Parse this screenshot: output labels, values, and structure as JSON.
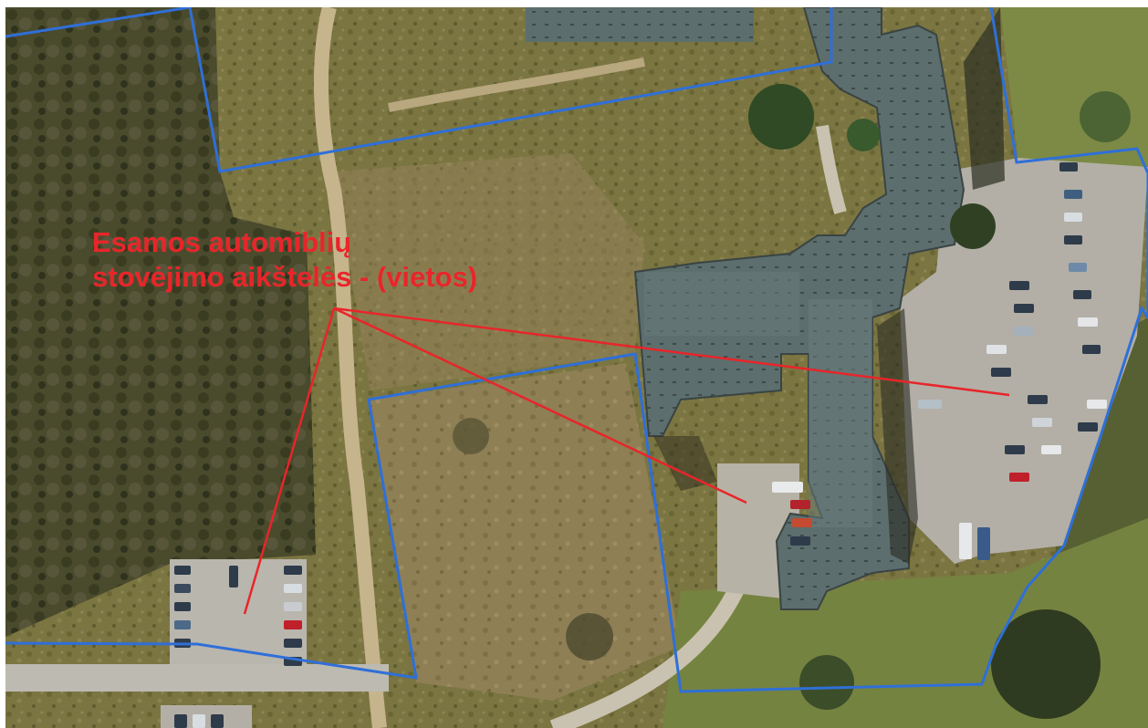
{
  "map": {
    "annotation": {
      "lines": [
        "Esamos automiblių",
        "stovėjimo aikštelės - (vietos)"
      ],
      "color": "#e8252a"
    },
    "boundary_color": "#2f6fd8",
    "layers": [
      "aerial-imagery",
      "parcel-boundaries",
      "annotation-callout"
    ]
  }
}
